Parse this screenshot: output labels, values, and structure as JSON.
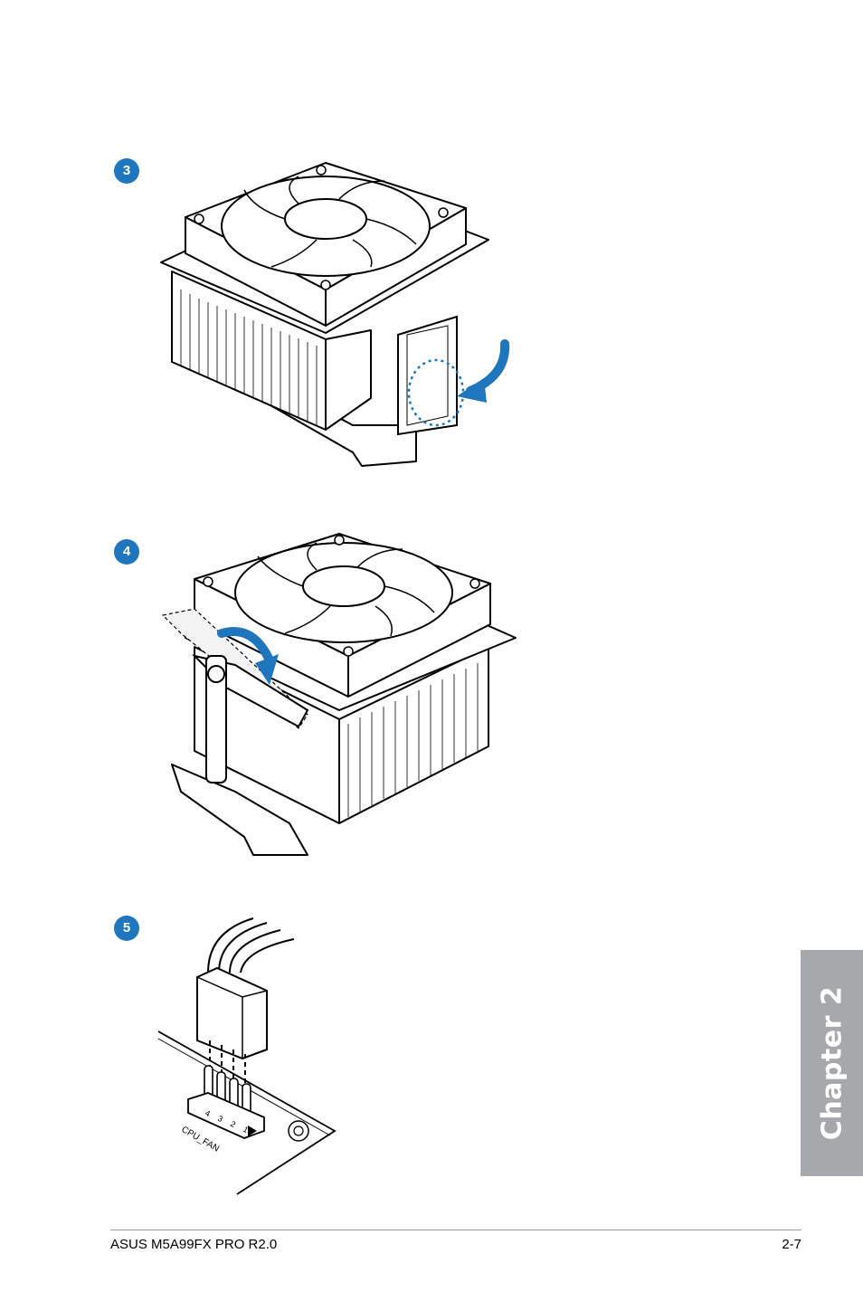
{
  "steps": [
    {
      "number": "3"
    },
    {
      "number": "4"
    },
    {
      "number": "5"
    }
  ],
  "connector": {
    "label": "CPU_FAN",
    "pins": [
      "4",
      "3",
      "2",
      "1"
    ]
  },
  "chapter_tab": {
    "label": "Chapter 2",
    "color": "#a6a8ab"
  },
  "footer": {
    "product": "ASUS M5A99FX PRO R2.0",
    "page": "2-7"
  },
  "colors": {
    "accent": "#1f76bd"
  }
}
